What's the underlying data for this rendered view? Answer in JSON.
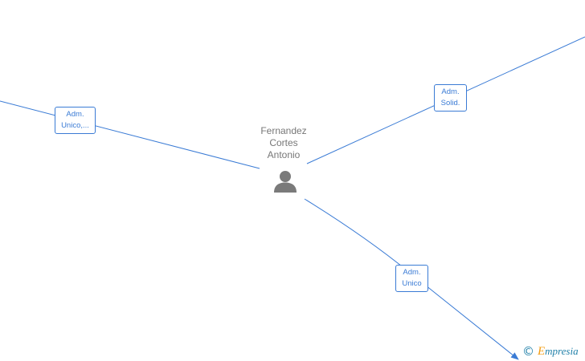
{
  "center_node": {
    "name_lines": [
      "Fernandez",
      "Cortes",
      "Antonio"
    ],
    "icon": "person-icon"
  },
  "edges": [
    {
      "id": "left",
      "label_lines": [
        "Adm.",
        "Unico,..."
      ]
    },
    {
      "id": "right",
      "label_lines": [
        "Adm.",
        "Solid."
      ]
    },
    {
      "id": "bottom",
      "label_lines": [
        "Adm.",
        "Unico"
      ]
    }
  ],
  "watermark": {
    "symbol": "©",
    "first_letter": "E",
    "rest": "mpresia"
  },
  "colors": {
    "edge": "#3a7bd5",
    "label_text": "#3a7bd5",
    "node_text": "#777777",
    "icon": "#7a7a7a",
    "brand": "#1e7fa8",
    "brand_accent": "#f39c12"
  }
}
